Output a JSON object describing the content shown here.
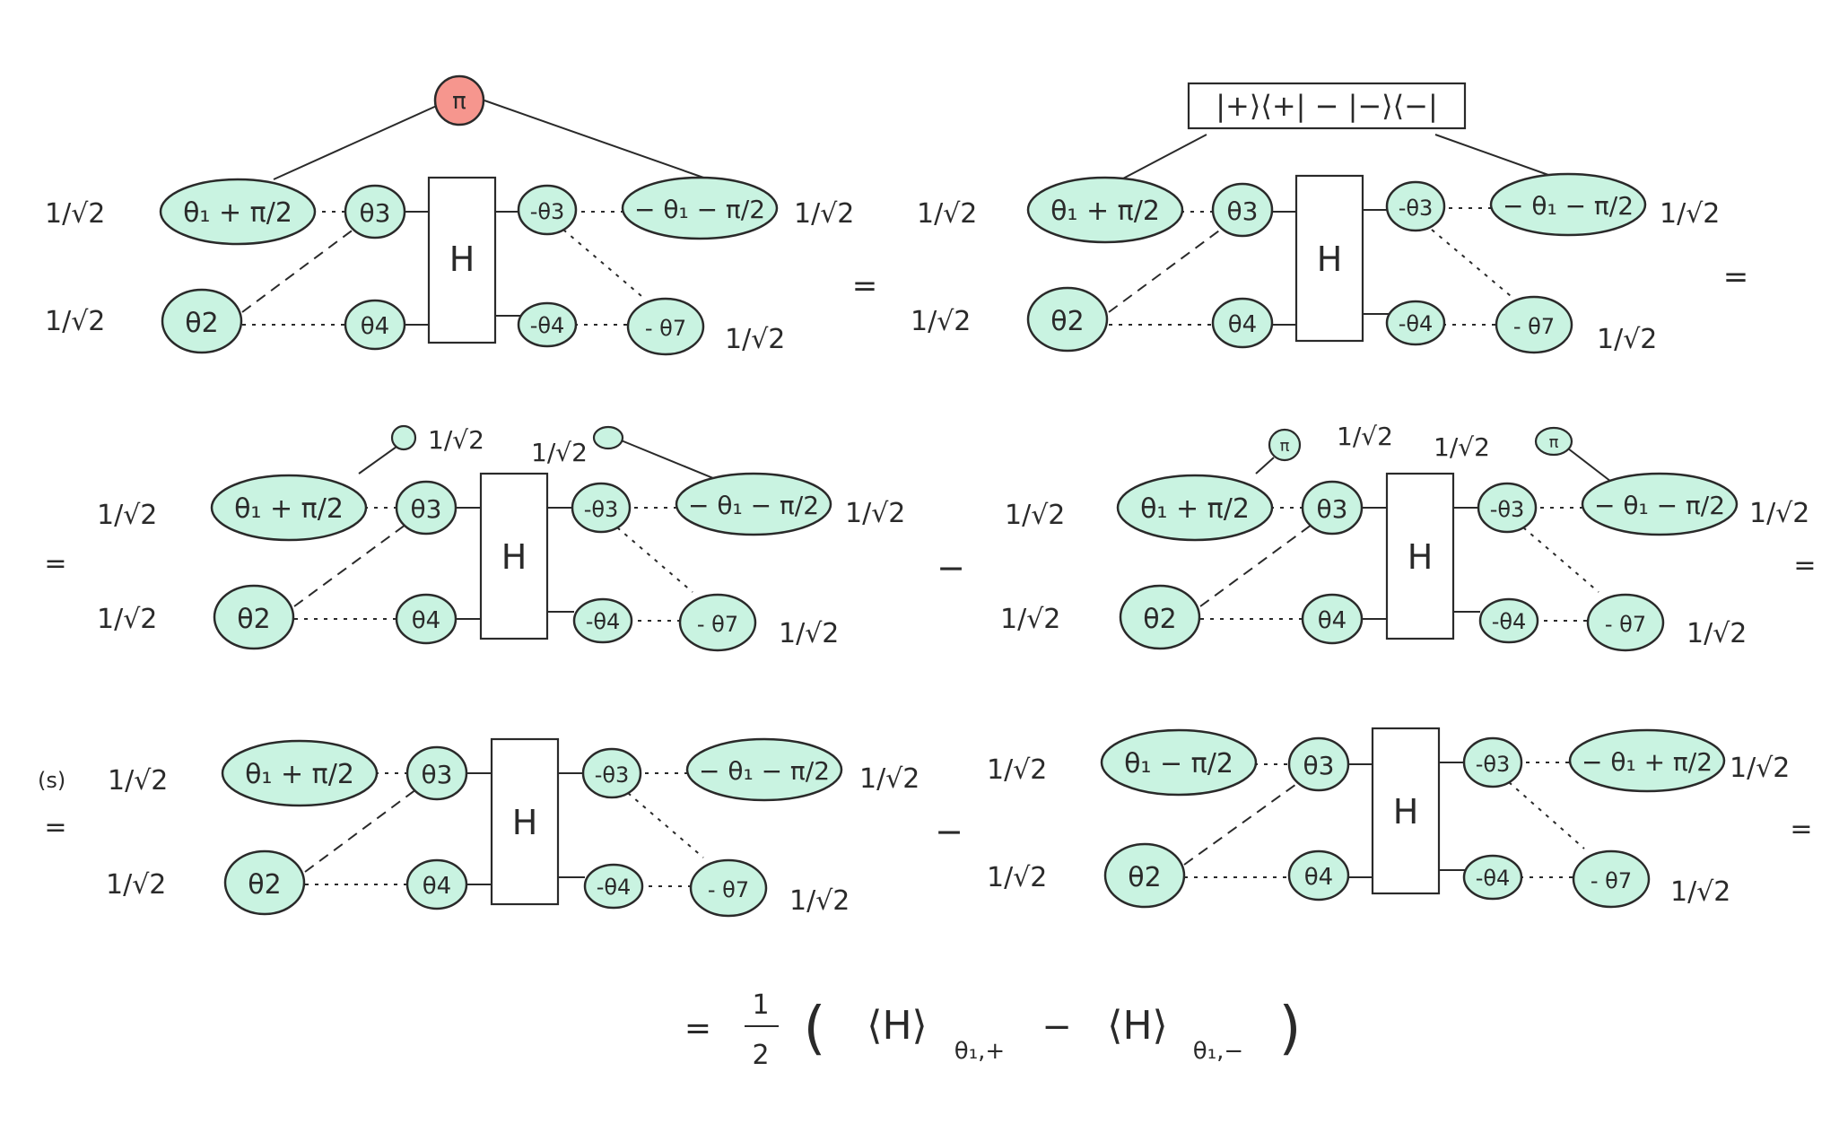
{
  "colors": {
    "spider_green": "#c9f3e1",
    "spider_red": "#f6968e",
    "ink": "#2a2a2a"
  },
  "labels": {
    "theta1_plus": "θ₁ + π/2",
    "theta1_minus": "θ₁ − π/2",
    "neg_theta1_minus": "− θ₁ − π/2",
    "neg_theta1_plus": "− θ₁ + π/2",
    "theta2": "θ2",
    "theta3": "θ3",
    "theta4": "θ4",
    "neg_theta3": "-θ3",
    "neg_theta4": "-θ4",
    "neg_theta7": "- θ7",
    "hamiltonian": "H",
    "pi": "π",
    "factor": "1/√2",
    "projector": "|+⟩⟨+| − |−⟩⟨−|"
  },
  "operators": {
    "equals": "=",
    "minus": "−",
    "rule_tag": "(s)"
  },
  "result": {
    "prefix": "=",
    "half_num": "1",
    "half_den": "2",
    "open_paren": "(",
    "expect_plus": "⟨H⟩",
    "sub_plus": "θ₁,+",
    "minus": "−",
    "expect_minus": "⟨H⟩",
    "sub_minus": "θ₁,−",
    "close_paren": ")"
  }
}
